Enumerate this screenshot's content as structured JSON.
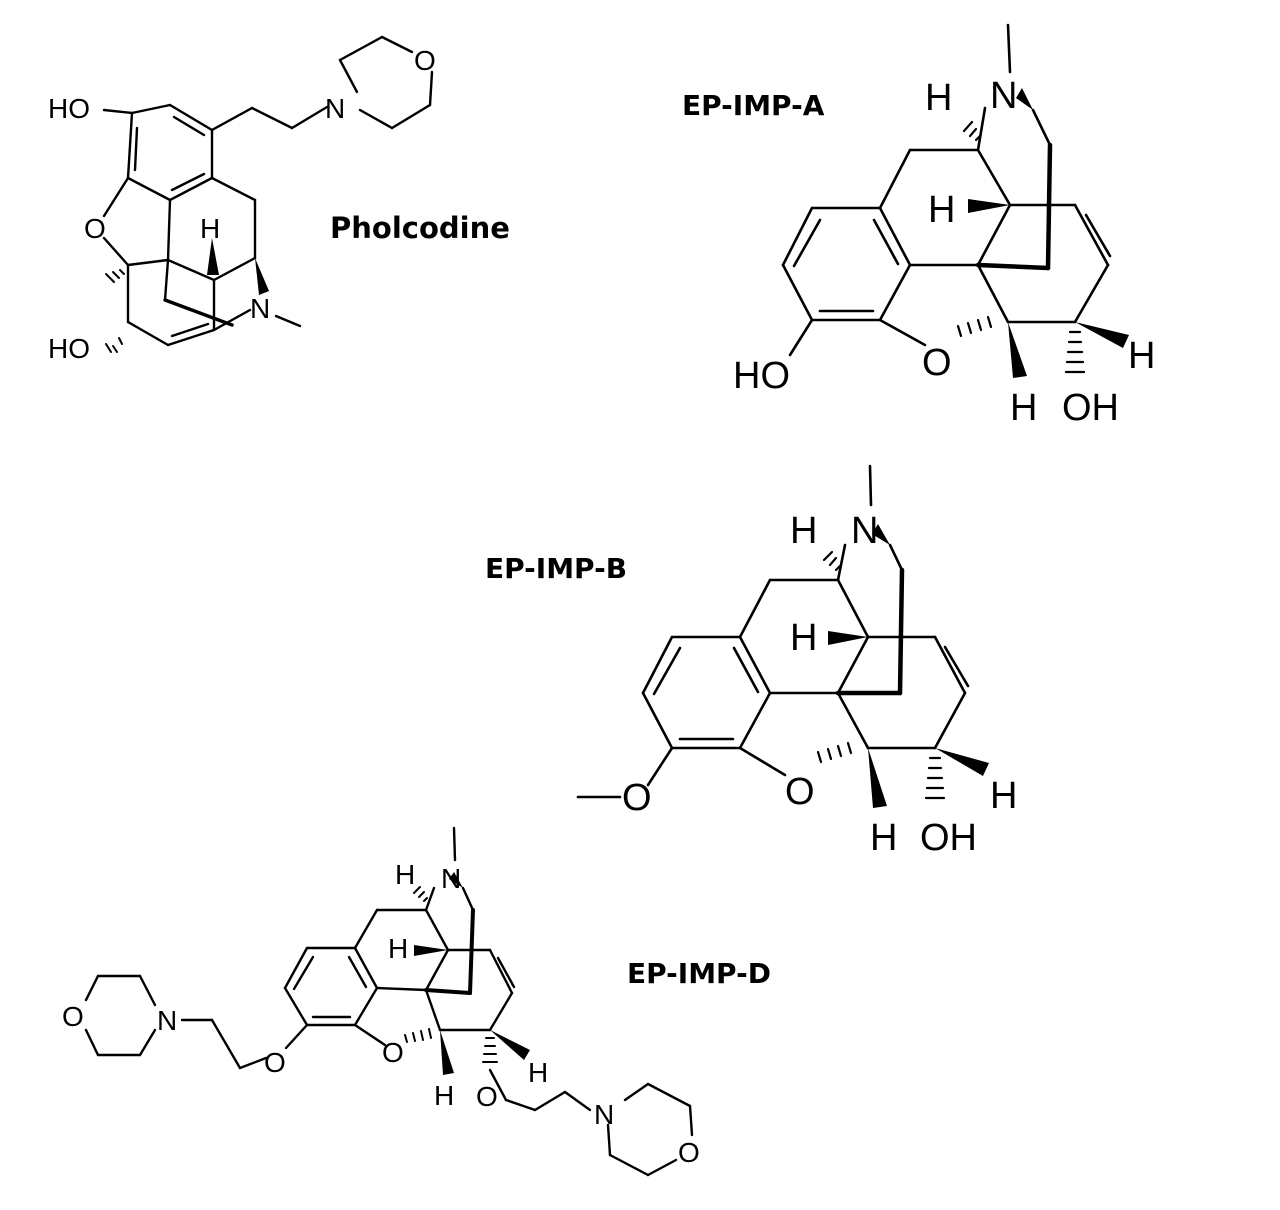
{
  "compounds": [
    {
      "id": "pholcodine",
      "name": "Pholcodine"
    },
    {
      "id": "a",
      "name": "EP-IMP-A"
    },
    {
      "id": "b",
      "name": "EP-IMP-B"
    },
    {
      "id": "d",
      "name": "EP-IMP-D"
    }
  ],
  "atom_labels": {
    "hydrogen": "H",
    "nitrogen": "N",
    "oxygen": "O",
    "hydroxyl_left": "HO",
    "hydroxyl_right": "OH"
  }
}
